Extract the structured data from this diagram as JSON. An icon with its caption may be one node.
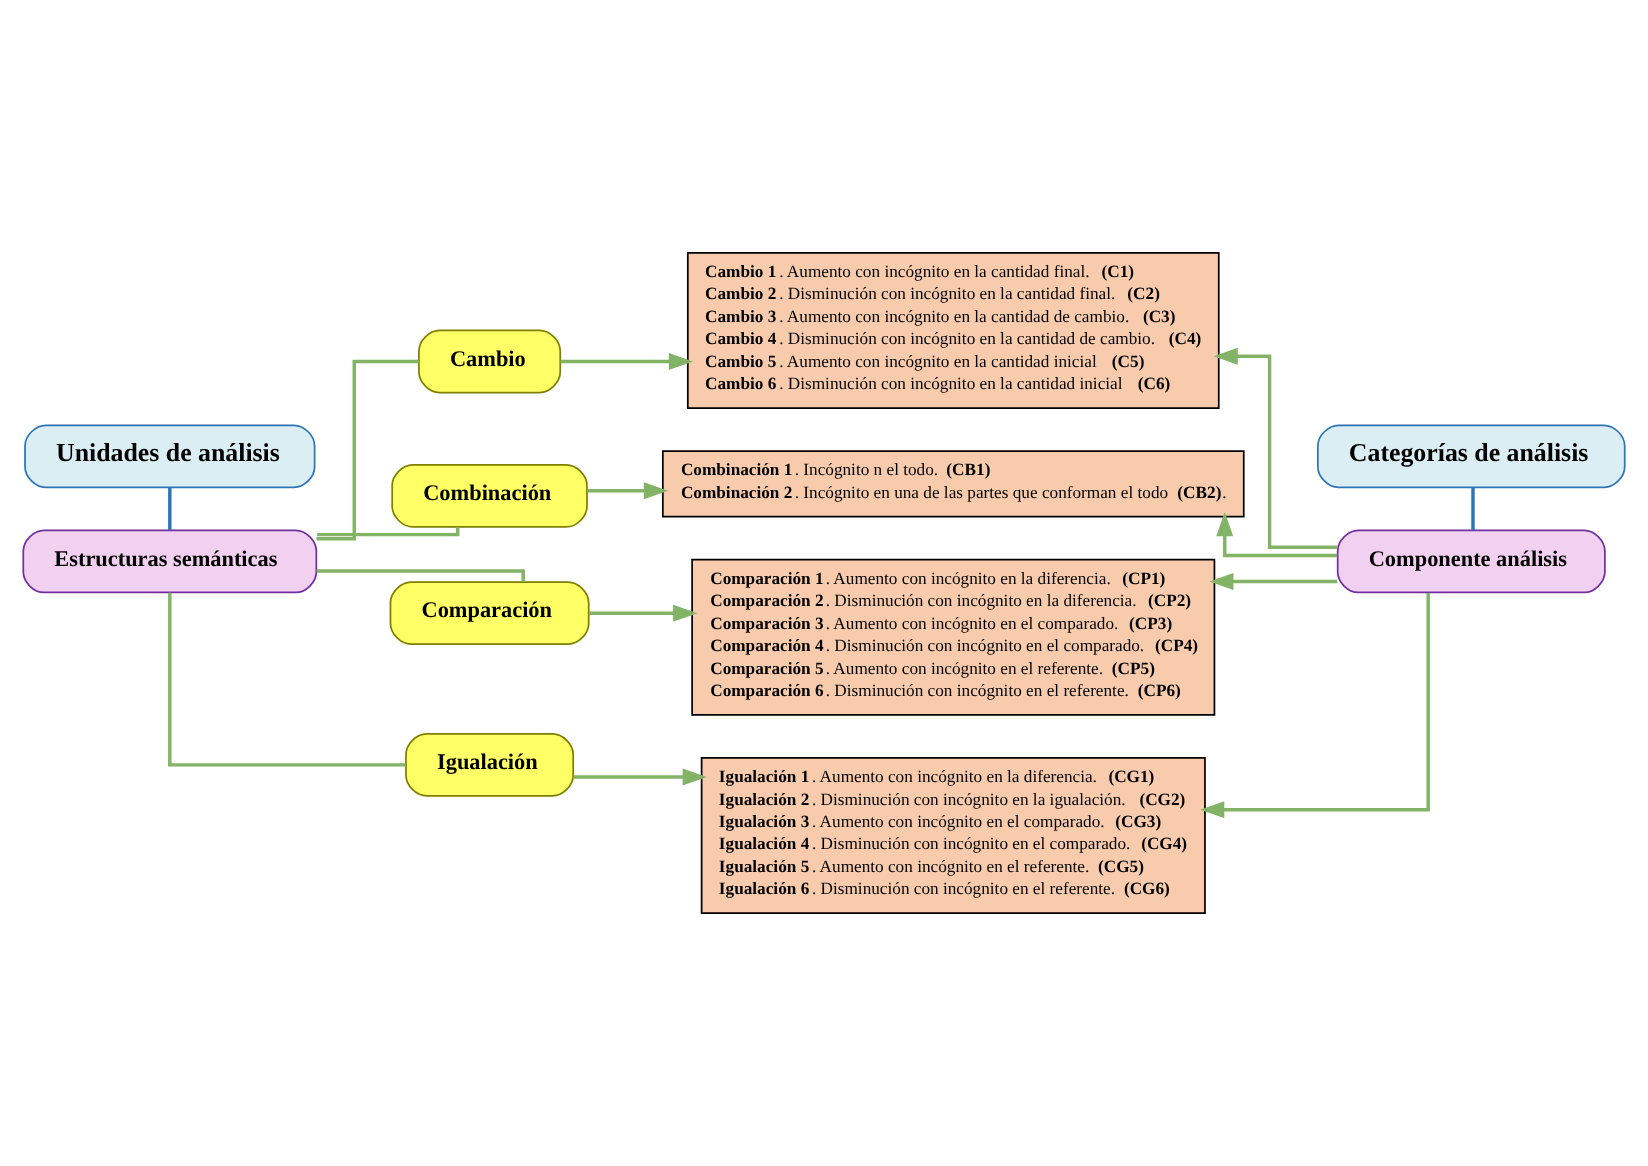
{
  "diagram": {
    "nodes": [
      {
        "text": [
          "Unidades de análisis"
        ]
      },
      {
        "text": [
          "Categorías de análisis"
        ]
      },
      {
        "text": [
          "Estructuras semánticas"
        ]
      },
      {
        "text": [
          "Componente análisis"
        ]
      },
      {
        "text": [
          "Cambio"
        ]
      },
      {
        "text": [
          "Combinación"
        ]
      },
      {
        "text": [
          "Comparación"
        ]
      },
      {
        "text": [
          "Igualación"
        ]
      },
      {
        "text": [
          "**Cambio 1**. Aumento con incógnito en la cantidad final. **(C1)**",
          "**Cambio 2**. Disminución con incógnito en la cantidad final. **(C2)**",
          "**Cambio 3**. Aumento con incógnito en la cantidad de cambio. **(C3)**",
          "**Cambio 4**. Disminución con incógnito en la cantidad de cambio. **(C4)**",
          "**Cambio 5**. Aumento con incógnito en la cantidad inicial **(C5)**",
          "**Cambio 6**. Disminución con incógnito en la cantidad inicial **(C6)**"
        ]
      },
      {
        "text": [
          "**Combinación 1**. Incógnito n el todo. **(CB1)**",
          "**Combinación 2**. Incógnito en una de las partes que conforman el todo **(CB2)**."
        ]
      },
      {
        "text": [
          "**Comparación 1**. Aumento con incógnito en la diferencia. **(CP1)**",
          "**Comparación 2**. Disminución con incógnito en la diferencia. **(CP2)**",
          "**Comparación 3**. Aumento con incógnito en el comparado. **(CP3)**",
          "**Comparación 4**. Disminución con incógnito en el comparado. **(CP4)**",
          "**Comparación 5**. Aumento con incógnito en el referente. **(CP5)**",
          "**Comparación 6**. Disminución con incógnito en el referente. **(CP6)**"
        ]
      },
      {
        "text": [
          "**Igualación 1**. Aumento con incógnito en la diferencia. **(CG1)**",
          "**Igualación 2**. Disminución con incógnito en la igualación. **(CG2)**",
          "**Igualación 3**. Aumento con incógnito en el comparado. **(CG3)**",
          "**Igualación 4**. Disminución con incógnito en el comparado. **(CG4)**",
          "**Igualación 5**. Aumento con incógnito en el referente. **(CG5)**",
          "**Igualación 6**. Disminución con incógnito en el referente. **(CG6)**"
        ]
      }
    ],
    "edges": [
      {
        "from": 0,
        "to": 2,
        "arrow": "none",
        "color": "#2e75b6"
      },
      {
        "from": 1,
        "to": 3,
        "arrow": "none",
        "color": "#2e75b6"
      },
      {
        "from": 2,
        "to": 4,
        "arrow": "none"
      },
      {
        "from": 2,
        "to": 5,
        "arrow": "none"
      },
      {
        "from": 2,
        "to": 6,
        "arrow": "none"
      },
      {
        "from": 2,
        "to": 7,
        "arrow": "none"
      },
      {
        "from": 4,
        "to": 8,
        "arrow": "to"
      },
      {
        "from": 5,
        "to": 9,
        "arrow": "to"
      },
      {
        "from": 6,
        "to": 10,
        "arrow": "to"
      },
      {
        "from": 7,
        "to": 11,
        "arrow": "to"
      },
      {
        "from": 3,
        "to": 8,
        "arrow": "to"
      },
      {
        "from": 3,
        "to": 9,
        "arrow": "to"
      },
      {
        "from": 3,
        "to": 10,
        "arrow": "to"
      },
      {
        "from": 3,
        "to": 11,
        "arrow": "to"
      }
    ]
  }
}
